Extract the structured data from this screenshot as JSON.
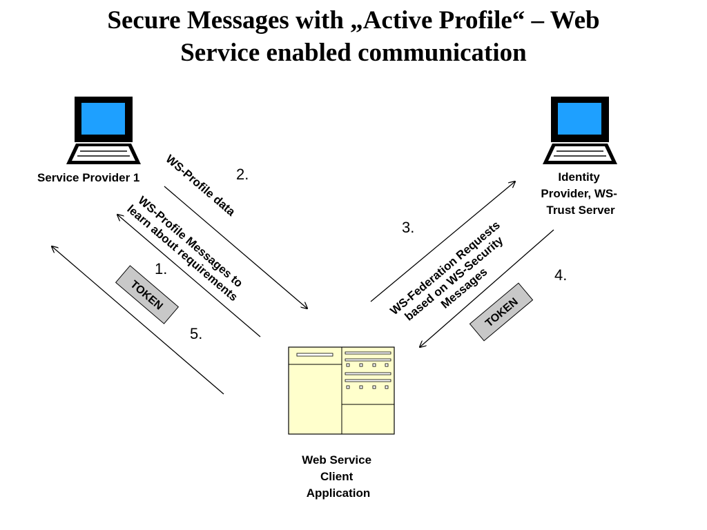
{
  "title": {
    "line1": "Secure Messages with „Active Profile“ – Web",
    "line2": "Service enabled communication"
  },
  "nodes": {
    "service_provider": "Service Provider 1",
    "identity_provider": [
      "Identity",
      "Provider, WS-",
      "Trust Server"
    ],
    "client": [
      "Web Service",
      "Client",
      "Application"
    ]
  },
  "steps": {
    "s1": "1.",
    "s2": "2.",
    "s3": "3.",
    "s4": "4.",
    "s5": "5."
  },
  "arrow_labels": {
    "ws_profile_data": "WS-Profile data",
    "ws_profile_messages": [
      "WS-Profile Messages to",
      "learn about requirements"
    ],
    "ws_federation": [
      "WS-Federation Requests",
      "based on WS-Security",
      "Messages"
    ]
  },
  "tokens": {
    "left": "TOKEN",
    "right": "TOKEN"
  },
  "colors": {
    "screen": "#1ea0ff",
    "monitor_frame": "#000000",
    "token_fill": "#c8c8c8",
    "window_fill": "#ffffcc"
  }
}
